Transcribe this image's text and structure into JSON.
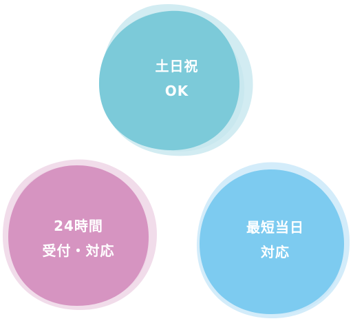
{
  "badges": [
    {
      "lines": [
        "土日祝",
        "OK"
      ],
      "color": "#7ccad9",
      "halo_color": "#c3e6ed"
    },
    {
      "lines": [
        "24時間",
        "受付・対応"
      ],
      "color": "#d694c1",
      "halo_color": "#ecd0e3"
    },
    {
      "lines": [
        "最短当日",
        "対応"
      ],
      "color": "#7dcbf0",
      "halo_color": "#c4e6f8"
    }
  ]
}
